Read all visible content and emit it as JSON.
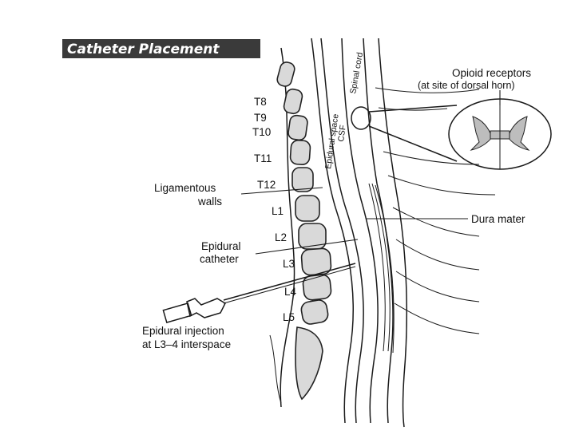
{
  "title": "Catheter Placement",
  "vertebra_labels": [
    "T8",
    "T9",
    "T10",
    "T11",
    "T12",
    "L1",
    "L2",
    "L3",
    "L4",
    "L5"
  ],
  "labels": {
    "ligamentous_line1": "Ligamentous",
    "ligamentous_line2": "walls",
    "epidural_catheter_line1": "Epidural",
    "epidural_catheter_line2": "catheter",
    "injection_line1": "Epidural injection",
    "injection_line2": "at L3–4 interspace",
    "opioid_line1": "Opioid receptors",
    "opioid_line2": "(at site of dorsal horn)",
    "dura_mater": "Dura mater",
    "spinal_cord": "Spinal cord",
    "epidural_space": "Epidural space",
    "csf": "CSF"
  },
  "colors": {
    "title_bar": "#3a3a3a",
    "title_text": "#ffffff",
    "bone_fill": "#d9d9d9",
    "ink": "#1a1a1a"
  }
}
